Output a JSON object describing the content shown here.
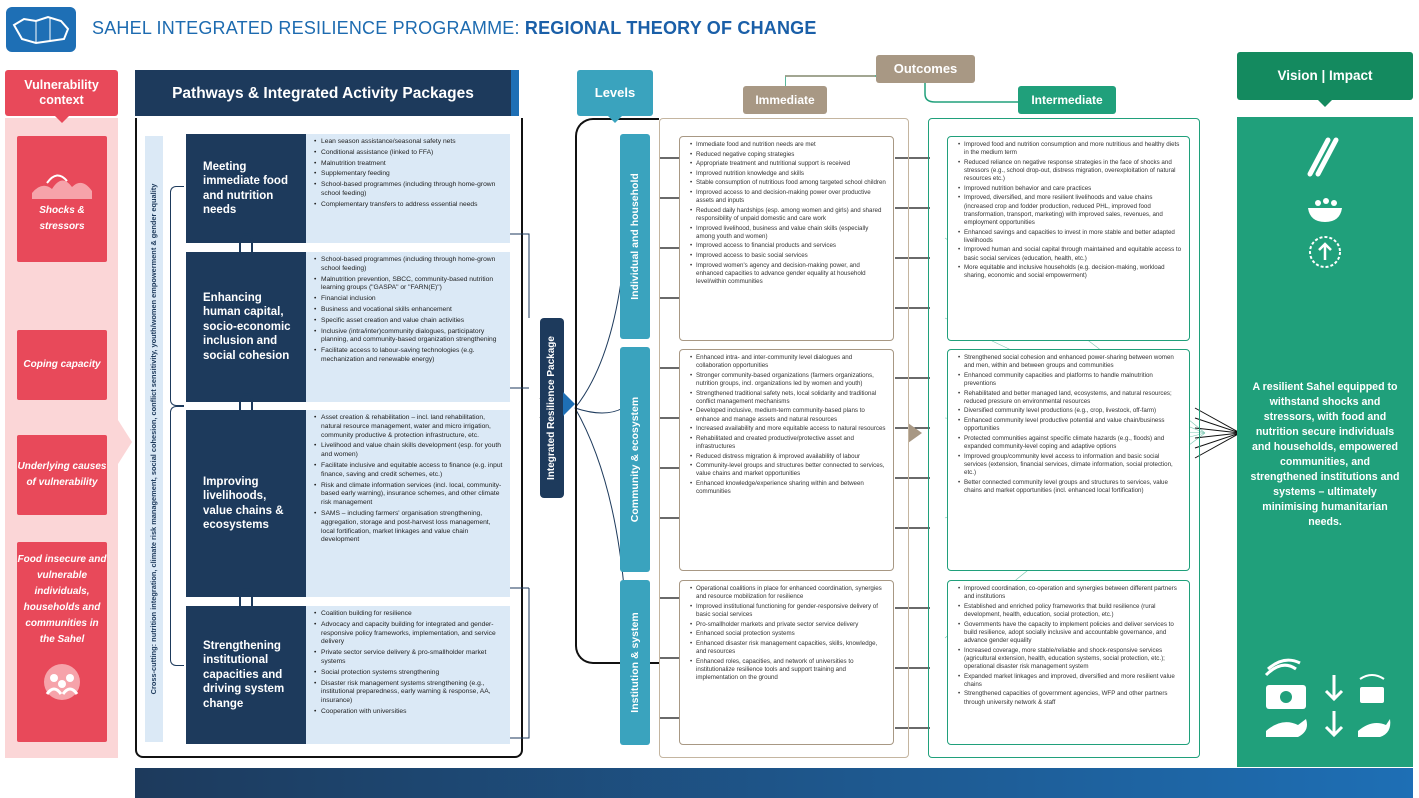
{
  "title": {
    "prefix": "SAHEL INTEGRATED RESILIENCE PROGRAMME:",
    "emph": "REGIONAL THEORY OF CHANGE"
  },
  "vulnerability": {
    "heading": "Vulnerability context",
    "boxes": [
      "Shocks & stressors",
      "Coping capacity",
      "Underlying causes of vulnerability",
      "Food insecure and vulnerable individuals, households and communities in the Sahel"
    ]
  },
  "pathways": {
    "heading": "Pathways & Integrated Activity Packages",
    "crosscutting": "Cross-cutting: nutrition integration, climate risk management, social cohesion, conflict sensitivity, youth/women empowerment & gender equality",
    "packages": [
      {
        "title": "Meeting immediate food and nutrition needs",
        "items": [
          "Lean season assistance/seasonal safety nets",
          "Conditional assistance (linked to FFA)",
          "Malnutrition treatment",
          "Supplementary feeding",
          "School-based programmes (including through home-grown school feeding)",
          "Complementary transfers to address essential needs"
        ]
      },
      {
        "title": "Enhancing human capital, socio-economic inclusion and social cohesion",
        "items": [
          "School-based programmes (including through home-grown school feeding)",
          "Malnutrition prevention, SBCC, community-based nutrition learning groups (\"GASPA\" or \"FARN(E)\")",
          "Financial inclusion",
          "Business and vocational skills enhancement",
          "Specific asset creation and value chain activities",
          "Inclusive (intra/inter)community dialogues, participatory planning, and community-based organization strengthening",
          "Facilitate access to labour-saving technologies (e.g. mechanization and renewable energy)"
        ]
      },
      {
        "title": "Improving livelihoods, value chains & ecosystems",
        "items": [
          "Asset creation & rehabilitation – incl. land rehabilitation, natural resource management, water and micro irrigation, community productive & protection infrastructure, etc.",
          "Livelihood and value chain skills development (esp. for youth and women)",
          "Facilitate inclusive and equitable access to finance (e.g. input finance, saving and credit schemes, etc.)",
          "Risk and climate information services (incl. local, community-based early warning), insurance schemes, and other climate risk management",
          "SAMS – including farmers' organisation strengthening, aggregation, storage and post-harvest loss management, local fortification, market linkages and value chain development"
        ]
      },
      {
        "title": "Strengthening institutional capacities and driving system change",
        "items": [
          "Coalition building for resilience",
          "Advocacy and capacity building for integrated and gender-responsive policy frameworks, implementation, and service delivery",
          "Private sector service delivery & pro-smallholder market systems",
          "Social protection systems strengthening",
          "Disaster risk management systems strengthening (e.g., institutional preparedness, early warning & response, AA, insurance)",
          "Cooperation with universities"
        ]
      }
    ]
  },
  "integrated": "Integrated Resilience Package",
  "levels": {
    "heading": "Levels",
    "items": [
      "Individual and household",
      "Community & ecosystem",
      "Institution & system"
    ]
  },
  "outcomes": {
    "heading": "Outcomes",
    "immediate_heading": "Immediate",
    "intermediate_heading": "Intermediate",
    "immediate": [
      [
        "Immediate food and nutrition needs are met",
        "Reduced negative coping strategies",
        "Appropriate treatment and nutritional support is received",
        "Improved nutrition knowledge and skills",
        "Stable consumption of nutritious food among targeted school children",
        "Improved access to and decision-making power over productive assets and inputs",
        "Reduced daily hardships (esp. among women and girls) and shared responsibility of unpaid domestic and care work",
        "Improved livelihood, business and value chain skills (especially among youth and women)",
        "Improved access to financial products and services",
        "Improved access to basic social services",
        "Improved women's agency and decision-making power, and enhanced capacities to advance gender equality at household level/within communities"
      ],
      [
        "Enhanced intra- and inter-community level dialogues and collaboration opportunities",
        "Stronger community-based organizations (farmers organizations, nutrition groups, incl. organizations led by women and youth)",
        "Strengthened traditional safety nets, local solidarity and traditional conflict management mechanisms",
        "Developed inclusive, medium-term community-based plans to enhance and manage assets and natural resources",
        "Increased availability and more equitable access to natural resources",
        "Rehabilitated and created productive/protective asset and infrastructures",
        "Reduced distress migration & improved availability of labour",
        "Community-level groups and structures better connected to services, value chains and market opportunities",
        "Enhanced knowledge/experience sharing within and between communities"
      ],
      [
        "Operational coalitions in place for enhanced coordination, synergies and resource mobilization for resilience",
        "Improved institutional functioning for gender-responsive delivery of basic social services",
        "Pro-smallholder markets and private sector service delivery",
        "Enhanced social protection systems",
        "Enhanced disaster risk management capacities, skills, knowledge, and resources",
        "Enhanced roles, capacities, and network of universities to institutionalize resilience tools and support training and implementation on the ground"
      ]
    ],
    "intermediate": [
      [
        "Improved food and nutrition consumption and more nutritious and healthy diets in the medium term",
        "Reduced reliance on negative response strategies in the face of shocks and stressors (e.g., school drop-out, distress migration, overexploitation of natural resources etc.)",
        "Improved nutrition behavior and care practices",
        "Improved, diversified, and more resilient livelihoods and value chains (increased crop and fodder production, reduced PHL, improved food transformation, transport, marketing) with improved sales, revenues, and employment opportunities",
        "Enhanced savings and capacities to invest in more stable and better adapted livelihoods",
        "Improved human and social capital through maintained and equitable access to basic social services (education, health, etc.)",
        "More equitable and inclusive households (e.g. decision-making, workload sharing, economic and social empowerment)"
      ],
      [
        "Strengthened social cohesion and enhanced power-sharing between women and men, within and between groups and communities",
        "Enhanced community capacities and platforms to handle malnutrition preventions",
        "Rehabilitated and better managed land, ecosystems, and natural resources; reduced pressure on environmental resources",
        "Diversified community level productions (e.g., crop, livestock, off-farm)",
        "Enhanced community level productive potential and value chain/business opportunities",
        "Protected communities against specific climate hazards (e.g., floods) and expanded community-level coping and adaptive options",
        "Improved group/community level access to information and basic social services (extension, financial services, climate information, social protection, etc.)",
        "Better connected community level groups and structures to services, value chains and market opportunities (incl. enhanced local fortification)"
      ],
      [
        "Improved coordination, co-operation and synergies between different partners and institutions",
        "Established and enriched policy frameworks that build resilience (rural development, health, education, social protection, etc.)",
        "Governments have the capacity to implement policies and deliver services to build resilience, adopt socially inclusive and accountable governance, and advance gender equality",
        "Increased coverage, more stable/reliable and shock-responsive services (agricultural extension, health, education systems, social protection, etc.); operational disaster risk management system",
        "Expanded market linkages and improved, diversified and more resilient value chains",
        "Strengthened capacities of government agencies, WFP and other partners through university network & staff"
      ]
    ]
  },
  "vision": {
    "heading": "Vision | Impact",
    "text": "A resilient Sahel equipped to withstand shocks and stressors, with food and nutrition secure individuals and households, empowered communities, and strengthened institutions and systems – ultimately minimising humanitarian needs."
  },
  "icons": [
    "map-icon",
    "storm-icon",
    "people-icon",
    "grain-icon",
    "bowl-icon",
    "growth-icon",
    "money-icon",
    "hand-icon"
  ],
  "colors": {
    "navy": "#1d3a5c",
    "blue": "#1e6fb5",
    "red": "#e8495a",
    "pink": "#fbd6d7",
    "teal": "#3aa3be",
    "taupe": "#a89884",
    "green": "#20a07b",
    "darkgreen": "#148a5f",
    "lightblue": "#dbe9f6"
  }
}
